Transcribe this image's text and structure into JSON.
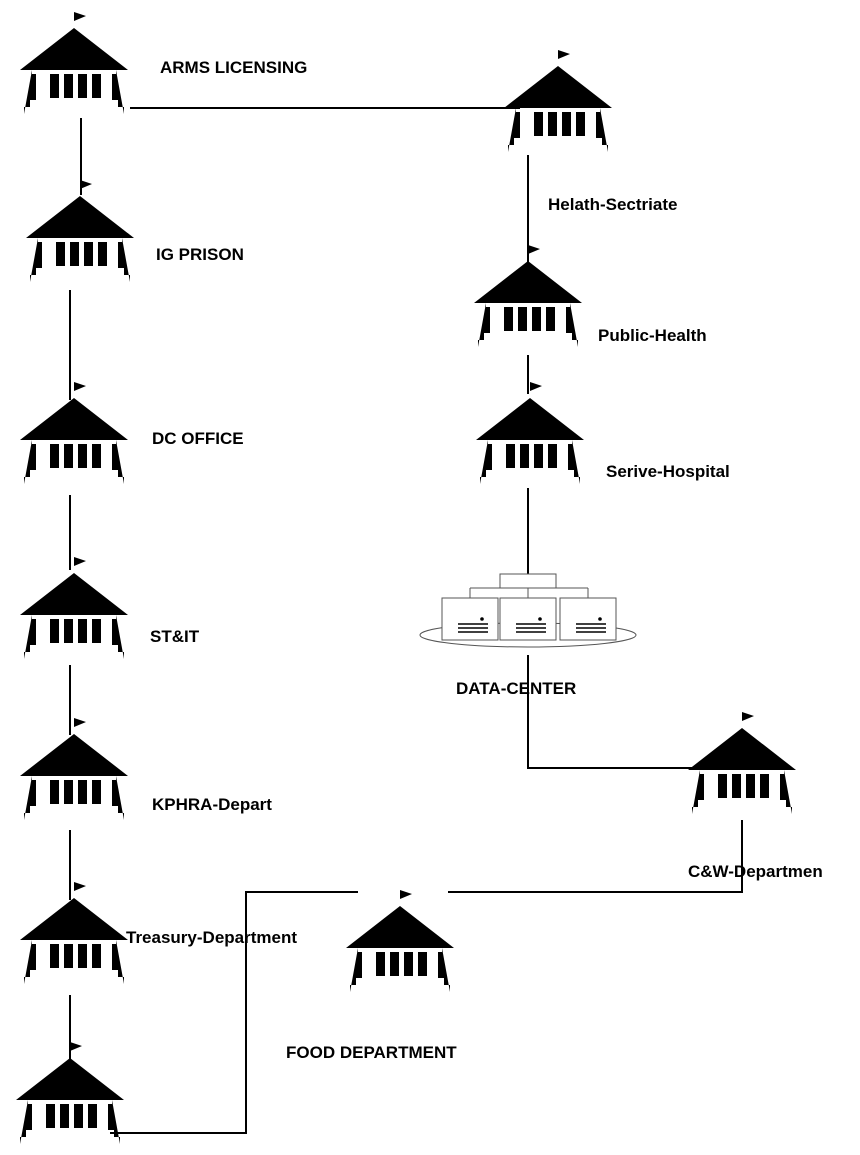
{
  "colors": {
    "stroke": "#000000",
    "background": "#ffffff"
  },
  "nodes": [
    {
      "id": "arms",
      "label": "ARMS LICENSING",
      "icon": "government-building-icon"
    },
    {
      "id": "health-sec",
      "label": "Helath-Sectriate",
      "icon": "government-building-icon"
    },
    {
      "id": "ig-prison",
      "label": "IG PRISON",
      "icon": "government-building-icon"
    },
    {
      "id": "public-health",
      "label": "Public-Health",
      "icon": "government-building-icon"
    },
    {
      "id": "dc-office",
      "label": "DC OFFICE",
      "icon": "government-building-icon"
    },
    {
      "id": "serive-hospital",
      "label": "Serive-Hospital",
      "icon": "government-building-icon"
    },
    {
      "id": "stit",
      "label": "ST&IT",
      "icon": "government-building-icon"
    },
    {
      "id": "data-center",
      "label": "DATA-CENTER",
      "icon": "server-cluster-icon"
    },
    {
      "id": "kphra",
      "label": "KPHRA-Depart",
      "icon": "government-building-icon"
    },
    {
      "id": "cw",
      "label": "C&W-Departmen",
      "icon": "government-building-icon"
    },
    {
      "id": "treasury",
      "label": "Treasury-Department",
      "icon": "government-building-icon"
    },
    {
      "id": "food",
      "label": "FOOD DEPARTMENT",
      "icon": "government-building-icon"
    },
    {
      "id": "bottom-left",
      "label": "",
      "icon": "government-building-icon"
    }
  ],
  "edges": [
    [
      "arms",
      "health-sec"
    ],
    [
      "arms",
      "ig-prison"
    ],
    [
      "ig-prison",
      "dc-office"
    ],
    [
      "dc-office",
      "stit"
    ],
    [
      "stit",
      "kphra"
    ],
    [
      "kphra",
      "treasury"
    ],
    [
      "treasury",
      "bottom-left"
    ],
    [
      "bottom-left",
      "food"
    ],
    [
      "food",
      "cw"
    ],
    [
      "cw",
      "data-center"
    ],
    [
      "data-center",
      "serive-hospital"
    ],
    [
      "serive-hospital",
      "public-health"
    ],
    [
      "public-health",
      "health-sec"
    ]
  ]
}
